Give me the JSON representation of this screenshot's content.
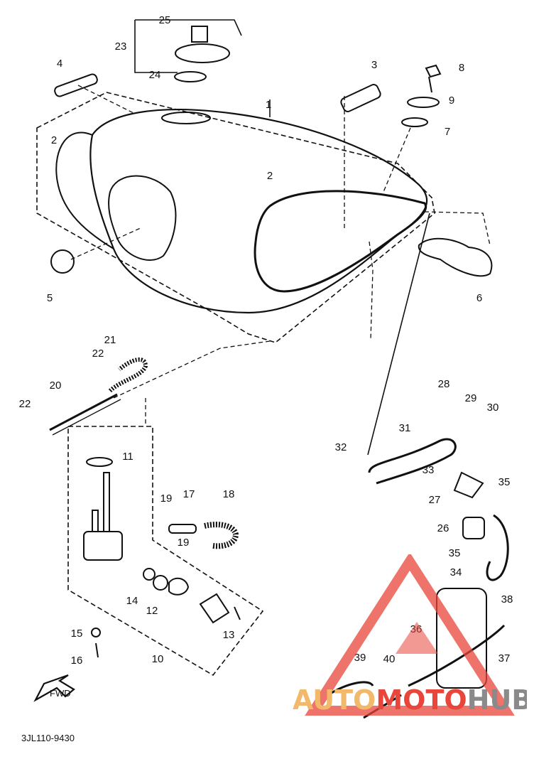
{
  "diagram": {
    "part_code": "3JL110-9430",
    "forward_label": "FWD",
    "callouts": [
      "1",
      "2",
      "2",
      "3",
      "4",
      "5",
      "6",
      "7",
      "8",
      "9",
      "10",
      "11",
      "12",
      "13",
      "14",
      "15",
      "16",
      "17",
      "18",
      "19",
      "19",
      "20",
      "21",
      "22",
      "22",
      "23",
      "24",
      "25",
      "26",
      "27",
      "28",
      "29",
      "30",
      "31",
      "32",
      "33",
      "34",
      "35",
      "35",
      "36",
      "37",
      "38",
      "39",
      "40"
    ]
  },
  "watermark": {
    "text_a": "AUTO",
    "text_b": "MOTO",
    "text_c": "HUB",
    "color_a": "#f2b96a",
    "color_b": "#e8463a",
    "color_c": "#8a8a8a"
  }
}
